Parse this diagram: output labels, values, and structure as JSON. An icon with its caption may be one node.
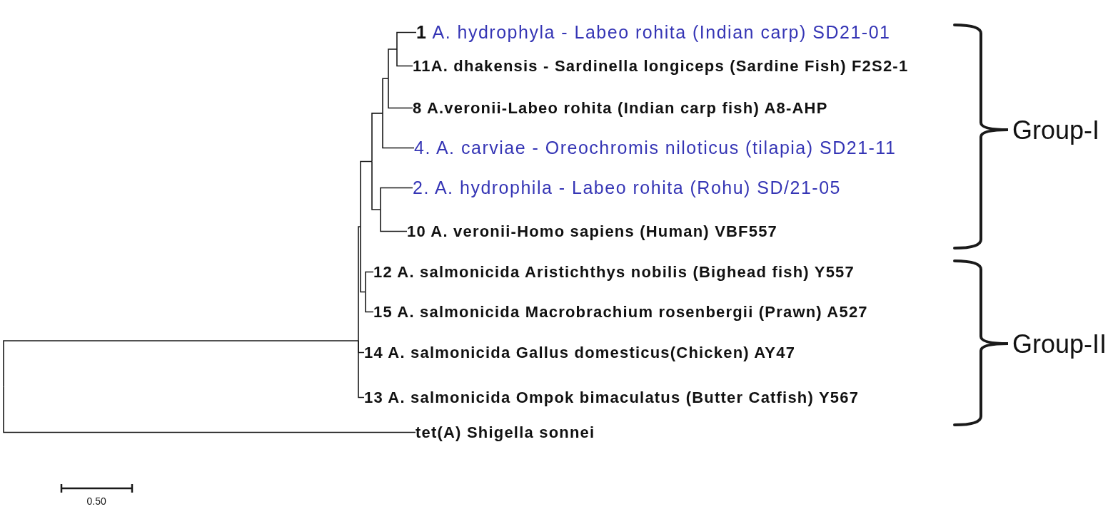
{
  "diagram": {
    "nodes": [
      {
        "text": [
          "**1** A. hydrophyla - Labeo rohita (Indian carp) SD21-01"
        ]
      },
      {
        "text": [
          "11A. dhakensis - Sardinella longiceps (Sardine Fish) F2S2-1"
        ]
      },
      {
        "text": [
          "8 A.veronii-Labeo rohita (Indian carp fish) A8-AHP"
        ]
      },
      {
        "text": [
          "4. A. carviae - Oreochromis niloticus (tilapia) SD21-11"
        ]
      },
      {
        "text": [
          "2. A. hydrophila - Labeo rohita (Rohu) SD/21-05"
        ]
      },
      {
        "text": [
          "10 A. veronii-Homo sapiens (Human) VBF557"
        ]
      },
      {
        "text": [
          "12 A. salmonicida Aristichthys nobilis (Bighead fish) Y557"
        ]
      },
      {
        "text": [
          "15 A. salmonicida Macrobrachium rosenbergii (Prawn) A527"
        ]
      },
      {
        "text": [
          "14 A. salmonicida Gallus domesticus(Chicken) AY47"
        ]
      },
      {
        "text": [
          "13 A. salmonicida Ompok bimaculatus (Butter Catfish) Y567"
        ]
      },
      {
        "text": [
          "tet(A) Shigella sonnei"
        ]
      }
    ],
    "edges": [
      {
        "from": null,
        "to": 0,
        "arrow": "none"
      },
      {
        "from": null,
        "to": 1,
        "arrow": "none"
      },
      {
        "from": null,
        "to": 2,
        "arrow": "none"
      },
      {
        "from": null,
        "to": 3,
        "arrow": "none"
      },
      {
        "from": null,
        "to": 4,
        "arrow": "none"
      },
      {
        "from": null,
        "to": 5,
        "arrow": "none"
      },
      {
        "from": null,
        "to": 6,
        "arrow": "none"
      },
      {
        "from": null,
        "to": 7,
        "arrow": "none"
      },
      {
        "from": null,
        "to": 8,
        "arrow": "none"
      },
      {
        "from": null,
        "to": 9,
        "arrow": "none"
      },
      {
        "from": null,
        "to": 10,
        "arrow": "none"
      }
    ],
    "labels": [
      "Group-I",
      "Group-II",
      "0.50"
    ]
  }
}
